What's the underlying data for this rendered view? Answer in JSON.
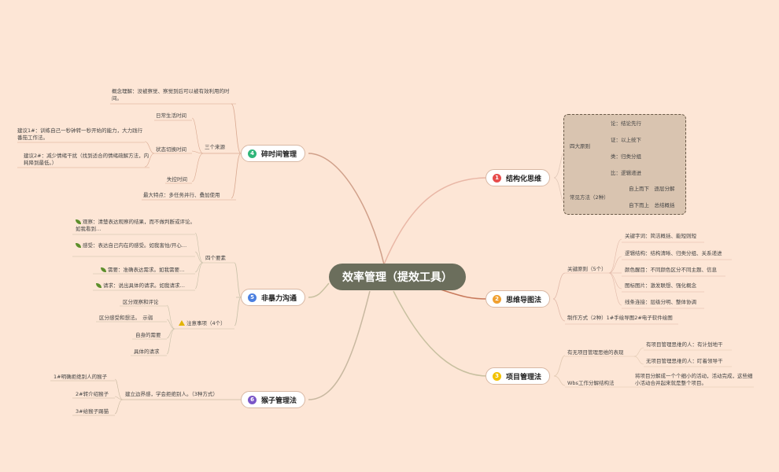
{
  "center": {
    "title": "效率管理（提效工具）"
  },
  "colors": {
    "background": "#fde6d6",
    "center": "#6b6e5c",
    "badge1": "#e74c4c",
    "badge2": "#f0a030",
    "badge3": "#f2c200",
    "badge4": "#2fb67a",
    "badge5": "#4a7fe0",
    "badge6": "#7a56c8"
  },
  "icons": {
    "leaf": "leaf-icon",
    "warning": "warning-icon"
  },
  "branches": {
    "b1": {
      "num": "1",
      "title": "结构化思维",
      "groups": {
        "g1": "四大原则",
        "g1_items": [
          "论：结论先行",
          "证：以上统下",
          "类：归类分组",
          "比：逻辑递进"
        ],
        "g2": "常见方法（2种）",
        "g2_items": [
          "自上而下　逐层分解",
          "自下而上　总结概括"
        ]
      }
    },
    "b2": {
      "num": "2",
      "title": "思维导图法",
      "groups": {
        "g1": "关键原则（5个）",
        "g1_items": [
          "关键字词：简洁概括、能短则短",
          "逻辑结构：结构清晰、归类分组、关系递进",
          "颜色醒目：不同颜色区分不同主题、信息",
          "图标图片：激发联想、强化概念",
          "线条连接：层级分明、整体协调"
        ],
        "g2": "制作方式（2种）1#手绘导图2#电子软件绘图"
      }
    },
    "b3": {
      "num": "3",
      "title": "项目管理法",
      "groups": {
        "g1": "有无项目管理思维的表现",
        "g1_items": [
          "有项目管理思维的人：有计划地干",
          "无项目管理思维的人：盯着领导干"
        ],
        "g2": "Wbs工作分解结构法",
        "g2_item": "将项目分解成一个个细小的活动，活动完成，这些细小活动合并起来就是整个项目。"
      }
    },
    "b4": {
      "num": "4",
      "title": "碎时间管理",
      "groups": {
        "concept": "概念理解：没被察觉、察觉到后可以被有效利用的时间。",
        "g1": "三个来源",
        "g1_items": [
          "日常生活时间",
          "状态切换时间",
          "失控时间"
        ],
        "suggest1": "建议1#：训练自己一秒钟转一秒开始的能力，大力践行番茄工作法。",
        "suggest2": "建议2#：减少情绪干扰（找到适合的情绪疏解方法，内耗降到最低。）",
        "feature": "最大特点：多任务并行、叠加使用"
      }
    },
    "b5": {
      "num": "5",
      "title": "非暴力沟通",
      "groups": {
        "g1": "四个要素",
        "g1_items": [
          "观察：清楚表达观察的结果，而不做判断或评论。如我看到…",
          "感受：表达自己内在的感受。如我害怕/开心…",
          "需要：准确表达需求。如我需要…",
          "请求：说出具体的请求。如我请求…"
        ],
        "g2": "注意事项（4个）",
        "g2_items": [
          "区分观察和评论",
          "区分感受和想法。　示弱",
          "自身的需要",
          "具体的请求"
        ]
      }
    },
    "b6": {
      "num": "6",
      "title": "猴子管理法",
      "groups": {
        "g1": "建立边界感，学会拒绝别人。（3种方式）",
        "g1_items": [
          "1#明确拒绝别人的猴子",
          "2#转介绍猴子",
          "3#给猴子踢猫"
        ]
      }
    }
  }
}
